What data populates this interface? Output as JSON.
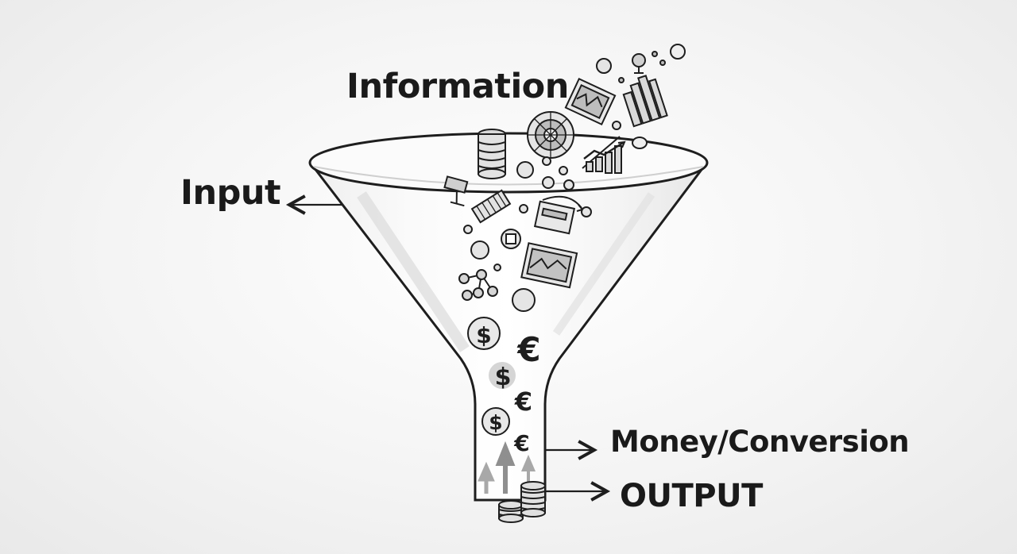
{
  "labels": {
    "information": "Information",
    "input": "Input",
    "money_conversion": "Money/Conversion",
    "output": "OUTPUT"
  },
  "symbols": {
    "dollar": "$",
    "euro": "€"
  },
  "colors": {
    "ink": "#1e1e1e",
    "background": "#f4f4f4",
    "funnel_fill": "#f7f7f7",
    "icon_fill": "#d9d9d9"
  }
}
